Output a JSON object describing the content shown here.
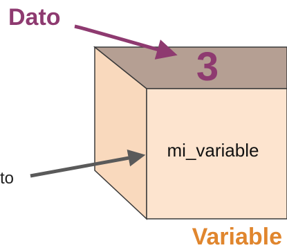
{
  "diagram": {
    "top_label": "Dato",
    "value": "3",
    "box_label": "mi_variable",
    "bottom_label": "Variable",
    "left_label_partial": "to"
  },
  "colors": {
    "accent": "#8e3a70",
    "caption": "#e0862e",
    "arrow_gray": "#5a5a5a",
    "box_top": "#b59f93",
    "box_front": "#fde4cf",
    "box_side": "#f9d9bd",
    "edge": "#3a3a3a"
  },
  "icons": {
    "dato_arrow": "arrow-right-down-icon",
    "name_arrow": "arrow-right-icon"
  }
}
